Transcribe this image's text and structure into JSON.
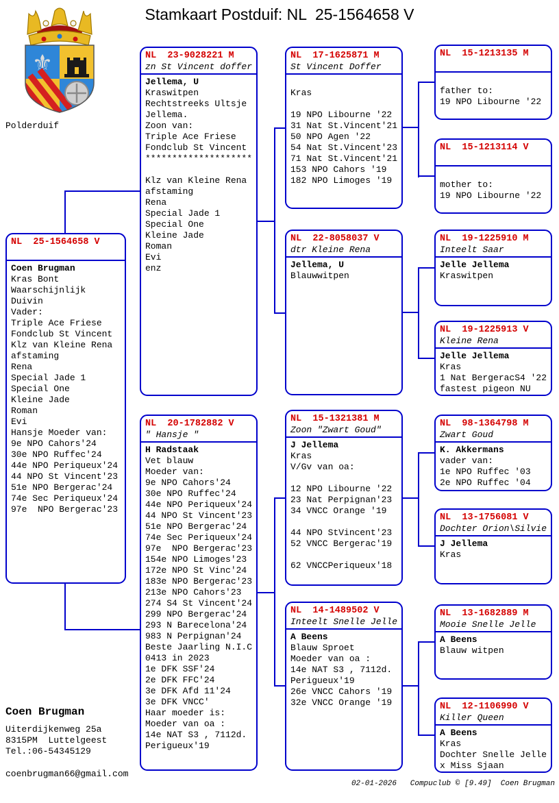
{
  "title": "Stamkaart Postduif: NL  25-1564658 V",
  "logo": {
    "caption": "Polderduif"
  },
  "owner_block": {
    "name": "Coen Brugman",
    "address": "Uiterdijkenweg 25a",
    "city": "8315PM  Luttelgeest",
    "tel": "Tel.:06-54345129",
    "email": "coenbrugman66@gmail.com"
  },
  "footer": "02-01-2026   Compuclub © [9.49]  Coen Brugman",
  "colors": {
    "box_border": "#0000cc",
    "ring_number": "#d40000",
    "text": "#000000"
  },
  "boxes": {
    "subject": {
      "ring": "NL  25-1564658 V",
      "name": "",
      "owner": "Coen Brugman",
      "lines": [
        "Kras Bont",
        "Waarschijnlijk",
        "Duivin",
        "Vader:",
        "Triple Ace Friese",
        "Fondclub St Vincent",
        "Klz van Kleine Rena",
        "afstaming",
        "Rena",
        "Special Jade 1",
        "Special One",
        "Kleine Jade",
        "Roman",
        "Evi",
        "Hansje Moeder van:",
        "9e NPO Cahors'24",
        "30e NPO Ruffec'24",
        "44e NPO Periqueux'24",
        "44 NPO St Vincent'23",
        "51e NPO Bergerac'24",
        "74e Sec Periqueux'24",
        "97e  NPO Bergerac'23"
      ]
    },
    "sire": {
      "ring": "NL  23-9028221 M",
      "name": "zn St Vincent doffer",
      "owner": "Jellema, U",
      "lines": [
        "Kraswitpen",
        "Rechtstreeks Ultsje",
        "Jellema.",
        "Zoon van:",
        "Triple Ace Friese",
        "Fondclub St Vincent",
        "********************",
        "",
        "Klz van Kleine Rena",
        "afstaming",
        "Rena",
        "Special Jade 1",
        "Special One",
        "Kleine Jade",
        "Roman",
        "Evi",
        "enz"
      ]
    },
    "dam": {
      "ring": "NL  20-1782882 V",
      "name": "\" Hansje \"",
      "owner": "H Radstaak",
      "lines": [
        "Vet blauw",
        "Moeder van:",
        "9e NPO Cahors'24",
        "30e NPO Ruffec'24",
        "44e NPO Periqueux'24",
        "44 NPO St Vincent'23",
        "51e NPO Bergerac'24",
        "74e Sec Periqueux'24",
        "97e  NPO Bergerac'23",
        "154e NPO Limoges'23",
        "172e NPO St Vinc'24",
        "183e NPO Bergerac'23",
        "213e NPO Cahors'23",
        "274 S4 St Vincent'24",
        "299 NPO Bergerac'24",
        "293 N Barecelona'24",
        "983 N Perpignan'24",
        "Beste Jaarling N.I.C",
        "0413 in 2023",
        "1e DFK SSF'24",
        "2e DFK FFC'24",
        "3e DFK Afd 11'24",
        "3e DFK VNCC'",
        "Haar moeder is:",
        "Moeder van oa :",
        "14e NAT S3 , 7112d.",
        "Perigueux'19"
      ]
    },
    "ss": {
      "ring": "NL  17-1625871 M",
      "name": "St Vincent Doffer",
      "owner": "",
      "lines": [
        "",
        "Kras",
        "",
        "19 NPO Libourne '22",
        "31 Nat St.Vincent'21",
        "50 NPO Agen '22",
        "54 Nat St.Vincent'23",
        "71 Nat St.Vincent'21",
        "153 NPO Cahors '19",
        "182 NPO Limoges '19"
      ]
    },
    "sd": {
      "ring": "NL  22-8058037 V",
      "name": "dtr Kleine Rena",
      "owner": "Jellema, U",
      "lines": [
        "Blauwwitpen"
      ]
    },
    "ds": {
      "ring": "NL  15-1321381 M",
      "name": "Zoon \"Zwart Goud\"",
      "owner": "J Jellema",
      "lines": [
        "Kras",
        "V/Gv van oa:",
        "",
        "12 NPO Libourne '22",
        "23 Nat Perpignan'23",
        "34 VNCC Orange '19",
        "",
        "44 NPO StVincent'23",
        "52 VNCC Bergerac'19",
        "",
        "62 VNCCPeriqueux'18"
      ]
    },
    "dd": {
      "ring": "NL  14-1489502 V",
      "name": "Inteelt Snelle Jelle",
      "owner": "A Beens",
      "lines": [
        "Blauw Sproet",
        "Moeder van oa :",
        "14e NAT S3 , 7112d.",
        "Perigueux'19",
        "26e VNCC Cahors '19",
        "32e VNCC Orange '19"
      ]
    },
    "gg1": {
      "ring": "NL  15-1213135 M",
      "name": "",
      "owner": "",
      "lines": [
        "",
        "father to:",
        "19 NPO Libourne '22"
      ]
    },
    "gg2": {
      "ring": "NL  15-1213114 V",
      "name": "",
      "owner": "",
      "lines": [
        "",
        "mother to:",
        "19 NPO Libourne '22"
      ]
    },
    "gg3": {
      "ring": "NL  19-1225910 M",
      "name": "Inteelt Saar",
      "owner": "Jelle Jellema",
      "lines": [
        "Kraswitpen"
      ]
    },
    "gg4": {
      "ring": "NL  19-1225913 V",
      "name": "Kleine Rena",
      "owner": "Jelle Jellema",
      "lines": [
        "Kras",
        "1 Nat BergeracS4 '22",
        "fastest pigeon NU"
      ]
    },
    "gg5": {
      "ring": "NL  98-1364798 M",
      "name": "Zwart Goud",
      "owner": "K. Akkermans",
      "lines": [
        "vader van:",
        "1e NPO Ruffec '03",
        "2e NPO Ruffec '04"
      ]
    },
    "gg6": {
      "ring": "NL  13-1756081 V",
      "name": "Dochter Orion\\Silvie",
      "owner": "J Jellema",
      "lines": [
        "Kras"
      ]
    },
    "gg7": {
      "ring": "NL  13-1682889 M",
      "name": "Mooie Snelle Jelle",
      "owner": "A Beens",
      "lines": [
        "Blauw witpen"
      ]
    },
    "gg8": {
      "ring": "NL  12-1106990 V",
      "name": "Killer Queen",
      "owner": "A Beens",
      "lines": [
        "Kras",
        "Dochter Snelle Jelle",
        "x Miss Sjaan"
      ]
    }
  }
}
